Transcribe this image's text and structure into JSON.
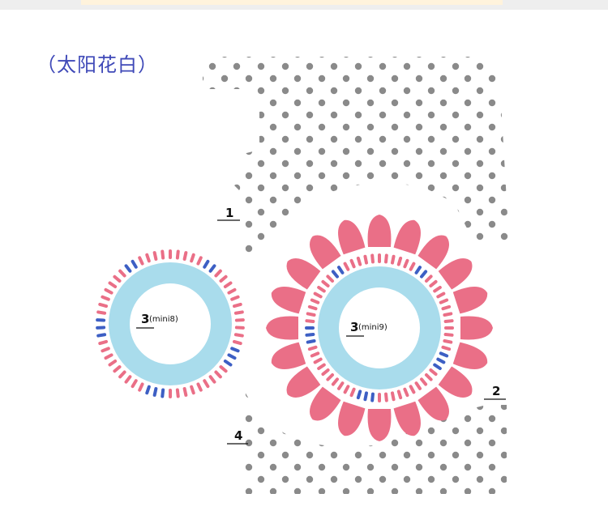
{
  "caption": "（太阳花白）",
  "colors": {
    "dots": "#8a8a8a",
    "petal_pink": "#ea6f87",
    "ring_blue": "#a9dcec",
    "dash_navy": "#3d5fc4",
    "caption_text": "#3f49b8"
  },
  "callouts": [
    {
      "number": "1"
    },
    {
      "number": "2"
    },
    {
      "number": "4"
    }
  ],
  "rings": [
    {
      "number": "3",
      "model": "(mini8)"
    },
    {
      "number": "3",
      "model": "(mini9)"
    }
  ]
}
